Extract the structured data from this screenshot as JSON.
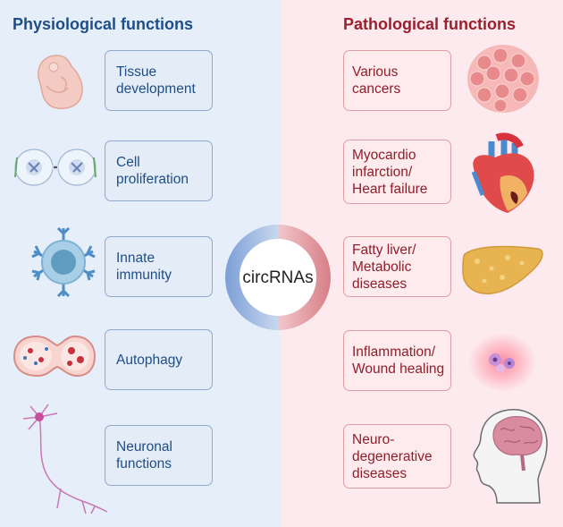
{
  "left_title": "Physiological functions",
  "right_title": "Pathological functions",
  "center_label": "circRNAs",
  "physiological": [
    {
      "label": "Tissue\ndevelopment",
      "icon": "embryo-icon"
    },
    {
      "label": "Cell\nproliferation",
      "icon": "cell-division-icon"
    },
    {
      "label": "Innate\nimmunity",
      "icon": "immune-cell-icon"
    },
    {
      "label": "Autophagy",
      "icon": "autophagy-cell-icon"
    },
    {
      "label": "Neuronal\nfunctions",
      "icon": "neuron-icon"
    }
  ],
  "pathological": [
    {
      "label": "Various\ncancers",
      "icon": "cancer-cells-icon"
    },
    {
      "label": "Myocardio\ninfarction/\nHeart failure",
      "icon": "heart-icon"
    },
    {
      "label": "Fatty liver/\nMetabolic\ndiseases",
      "icon": "liver-icon"
    },
    {
      "label": "Inflammation/\nWound healing",
      "icon": "inflammation-icon"
    },
    {
      "label": "Neuro-\ndegenerative\ndiseases",
      "icon": "brain-head-icon"
    }
  ],
  "colors": {
    "left_accent": "#1f4e86",
    "right_accent": "#9b1f2c",
    "left_bg": "#e6eef9",
    "right_bg": "#fdeaee"
  }
}
